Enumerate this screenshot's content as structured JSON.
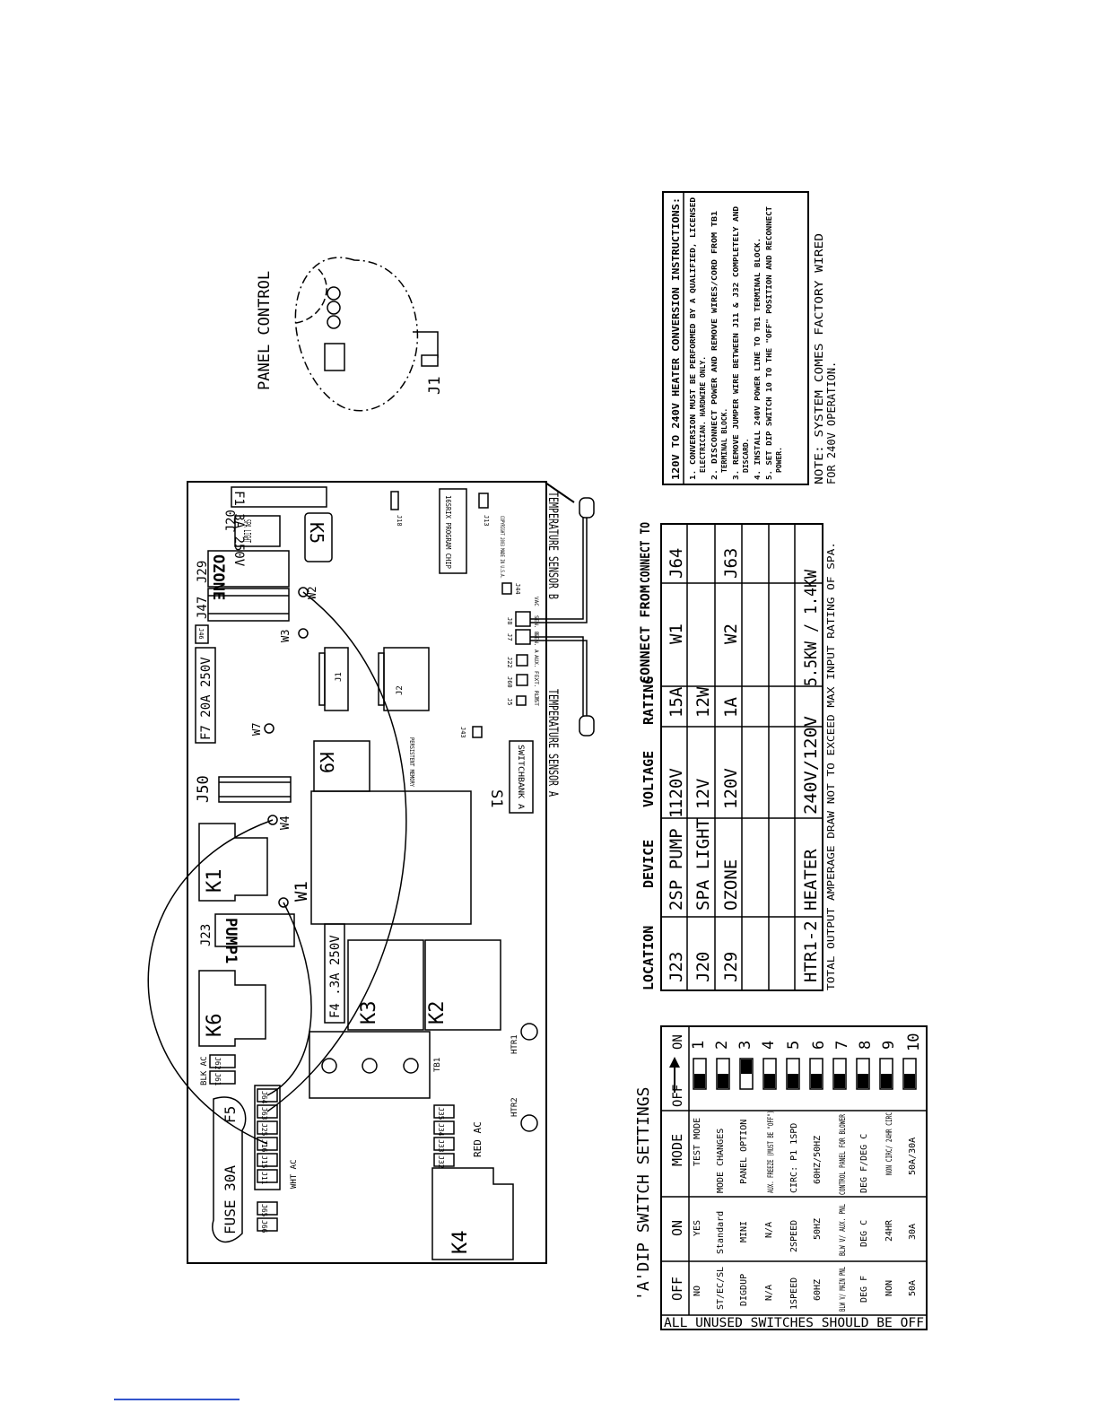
{
  "panel_control": {
    "title": "PANEL CONTROL",
    "connector": "J1"
  },
  "board": {
    "fuse_main": "FUSE 30A",
    "f5": "F5",
    "f4": "F4 .3A 250V",
    "f7": "F7 20A 250V",
    "f1": "F1 3A 250V",
    "relays": {
      "k1": "K1",
      "k2": "K2",
      "k3": "K3",
      "k4": "K4",
      "k5": "K5",
      "k6": "K6",
      "k9": "K9"
    },
    "connectors": {
      "j23": "J23",
      "pump1": "PUMP1",
      "j50": "J50",
      "j47": "J47",
      "j29": "J29",
      "ozone": "OZONE",
      "j20": "J20",
      "spa_light": "SPA LIGHT",
      "j1": "J1",
      "j2": "J2",
      "j46": "J46",
      "j18": "J18",
      "j13": "J13",
      "j43": "J43",
      "j5": "J5",
      "j60": "J60",
      "j22": "J22",
      "j7": "J7",
      "j8": "J8",
      "j44": "J44"
    },
    "wires": {
      "w1": "W1",
      "w2": "W2",
      "w3": "W3",
      "w4": "W4",
      "w7": "W7"
    },
    "terminals_left": [
      "J64",
      "J63",
      "J25",
      "J16",
      "J15",
      "J11"
    ],
    "terminals_blk": [
      "J62",
      "J61"
    ],
    "terminals_red": [
      "J35",
      "J34",
      "J33",
      "J32"
    ],
    "terminals_bot": [
      "J65",
      "J66"
    ],
    "blk_ac": "BLK AC",
    "wht_ac": "WHT AC",
    "red_ac": "RED AC",
    "tb1": "TB1",
    "htr1": "HTR1",
    "htr2": "HTR2",
    "s1": "S1",
    "switchbank": "SWITCHBANK A",
    "persistent_memory": "PERSISTENT MEMORY",
    "program_chip": "16SRIX PROGRAM CHIP",
    "copyright": "COPYRIGHT 2003 MADE IN U.S.A.",
    "small_labels": {
      "j5": "TST",
      "j60": "EXT. RLY",
      "j22": "AUX. F",
      "j7": "SEN. A",
      "j8": "SEN. B",
      "j44": "VAC"
    },
    "temp_sensor_a": "TEMPERATURE SENSOR A",
    "temp_sensor_b": "TEMPERATURE SENSOR B"
  },
  "dip_table": {
    "title": "'A'DIP SWITCH SETTINGS",
    "headers": [
      "OFF",
      "ON",
      "MODE",
      "OFF",
      "ON"
    ],
    "rows": [
      {
        "num": "1",
        "off": "NO",
        "on": "YES",
        "mode": "TEST MODE"
      },
      {
        "num": "2",
        "off": "ST/EC/SL",
        "on": "Standard",
        "mode": "MODE CHANGES"
      },
      {
        "num": "3",
        "off": "DIGDUP",
        "on": "MINI",
        "mode": "PANEL OPTION"
      },
      {
        "num": "4",
        "off": "N/A",
        "on": "N/A",
        "mode": "AUX. FREEZE (MUST BE \"OFF\")"
      },
      {
        "num": "5",
        "off": "1SPEED",
        "on": "2SPEED",
        "mode": "CIRC: P1 1SPD"
      },
      {
        "num": "6",
        "off": "60HZ",
        "on": "50HZ",
        "mode": "60HZ/50HZ"
      },
      {
        "num": "7",
        "off": "BLW V/ MAIN PNL",
        "on": "BLW V/ AUX. PNL",
        "mode": "CONTROL PANEL FOR BLOWER"
      },
      {
        "num": "8",
        "off": "DEG F",
        "on": "DEG C",
        "mode": "DEG F/DEG C"
      },
      {
        "num": "9",
        "off": "NON",
        "on": "24HR",
        "mode": "NON CIRC/ 24HR CIRC"
      },
      {
        "num": "10",
        "off": "50A",
        "on": "30A",
        "mode": "50A/30A"
      }
    ],
    "footer": "ALL UNUSED SWITCHES SHOULD BE OFF"
  },
  "device_table": {
    "headers": [
      "LOCATION",
      "DEVICE",
      "VOLTAGE",
      "RATING",
      "CONNECT FROM",
      "CONNECT TO"
    ],
    "rows": [
      [
        "J23",
        "2SP PUMP 1",
        "120V",
        "15A",
        "W1",
        "J64"
      ],
      [
        "J20",
        "SPA LIGHT",
        "12V",
        "12W",
        "",
        ""
      ],
      [
        "J29",
        "OZONE",
        "120V",
        "1A",
        "W2",
        "J63"
      ],
      [
        "",
        "",
        "",
        "",
        "",
        ""
      ],
      [
        "",
        "",
        "",
        "",
        "",
        ""
      ],
      [
        "HTR1-2",
        "HEATER",
        "240V/120V",
        "5.5KW / 1.4KW",
        "",
        ""
      ]
    ],
    "note": "TOTAL OUTPUT AMPERAGE DRAW NOT TO EXCEED MAX INPUT RATING OF SPA."
  },
  "conversion": {
    "title": "120V TO 240V HEATER CONVERSION INSTRUCTIONS:",
    "steps": [
      "1. CONVERSION MUST BE PERFORMED BY A QUALIFIED, LICENSED",
      "ELECTRICIAN. HARDWIRE ONLY.",
      "2. DISCONNECT POWER AND REMOVE WIRES/CORD FROM TB1",
      "TERMINAL BLOCK.",
      "3. REMOVE JUMPER WIRE BETWEEN J11 & J32 COMPLETELY AND",
      "DISCARD.",
      "4. INSTALL 240V POWER LINE TO TB1 TERMINAL BLOCK.",
      "5. SET DIP SWITCH 10 TO THE \"OFF\" POSITION AND RECONNECT",
      "POWER."
    ],
    "note_line1": "NOTE: SYSTEM COMES FACTORY WIRED",
    "note_line2": "FOR 240V OPERATION."
  }
}
